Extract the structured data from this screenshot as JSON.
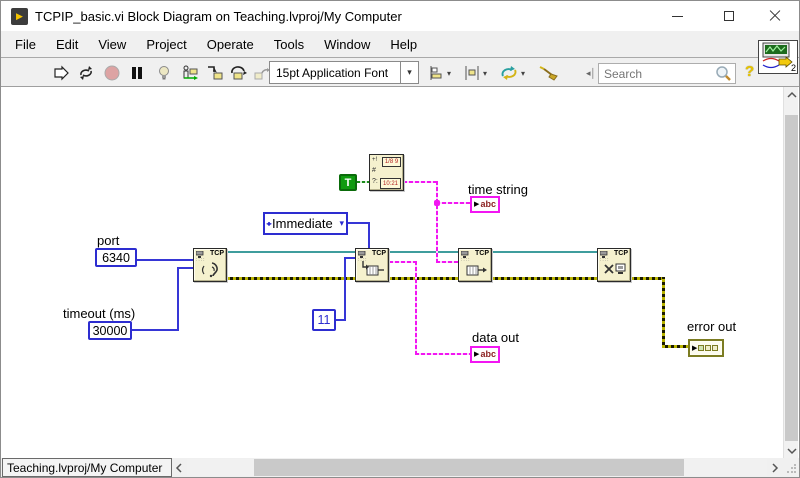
{
  "window": {
    "title": "TCPIP_basic.vi Block Diagram on Teaching.lvproj/My Computer"
  },
  "menu": {
    "items": [
      "File",
      "Edit",
      "View",
      "Project",
      "Operate",
      "Tools",
      "Window",
      "Help"
    ]
  },
  "toolbar": {
    "font_selector": "15pt Application Font",
    "search": {
      "placeholder": "Search"
    },
    "help": "?",
    "vi_badge": "2"
  },
  "diagram": {
    "port": {
      "label": "port",
      "value": "6340"
    },
    "timeout": {
      "label": "timeout (ms)",
      "value": "30000"
    },
    "bytes_to_read": {
      "value": "11"
    },
    "read_mode": {
      "value": "Immediate"
    },
    "true_constant": {
      "value": "T"
    },
    "datetime_node": {
      "plus": "+!",
      "hash": "#",
      "q": "?:",
      "cell_top": "1/8 9",
      "cell_bottom": "10:21"
    },
    "nodes": {
      "open": {
        "header": "TCP"
      },
      "read": {
        "header": "TCP"
      },
      "write": {
        "header": "TCP"
      },
      "close": {
        "header": "TCP"
      }
    },
    "time_string": {
      "label": "time string",
      "glyph": "abc"
    },
    "data_out": {
      "label": "data out",
      "glyph": "abc"
    },
    "error_out": {
      "label": "error out"
    }
  },
  "statusbar": {
    "context": "Teaching.lvproj/My Computer"
  },
  "colors": {
    "wire_tcp_ref": "#3f9d9d",
    "wire_string": "#f216f2",
    "wire_numeric": "#3636d6",
    "wire_error": "#b9b400",
    "wire_boolean": "#1a8c1a",
    "node_fill": "#f5f1ce",
    "control_border": "#2d2dd0",
    "boolean_fill": "#0f9b0f",
    "error_border": "#7c7c22"
  }
}
